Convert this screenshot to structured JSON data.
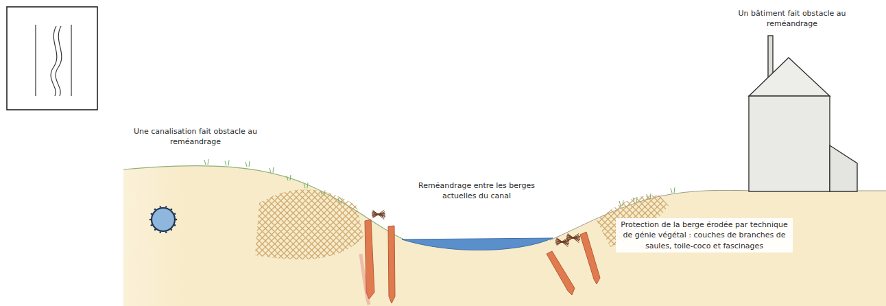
{
  "diagram": {
    "labels": [
      "Un bâtiment fait obstacle au reméandrage",
      "Une canalisation fait obstacle au reméandrage",
      "Reméandrage entre les berges actuelles du canal",
      "Protection de la berge érodée par technique de génie végétal : couches de branches de saules, toile-coco et fascinages"
    ]
  }
}
